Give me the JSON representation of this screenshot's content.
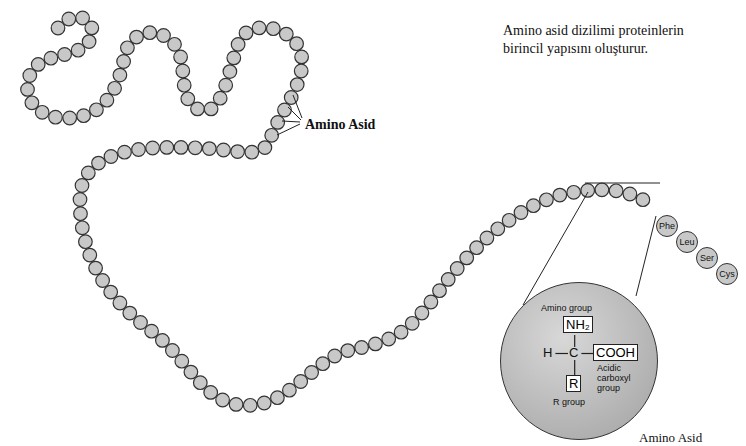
{
  "diagram": {
    "nodes": [
      {
        "text": [
          "Phe"
        ]
      },
      {
        "text": [
          "Leu"
        ]
      },
      {
        "text": [
          "Ser"
        ]
      },
      {
        "text": [
          "Cys"
        ]
      },
      {
        "text": [
          "Amino group",
          "H",
          "C",
          "Acidic carboxyl group",
          "R group",
          "Amino Asid"
        ]
      },
      {
        "text": [
          "NH₂"
        ],
        "in": 4
      },
      {
        "text": [
          "COOH"
        ],
        "in": 4
      },
      {
        "text": [
          "R"
        ],
        "in": 4
      }
    ],
    "labels": [
      "Amino asid dizilimi proteinlerin birincil yapısını oluşturur.",
      "Amino Asid"
    ]
  }
}
